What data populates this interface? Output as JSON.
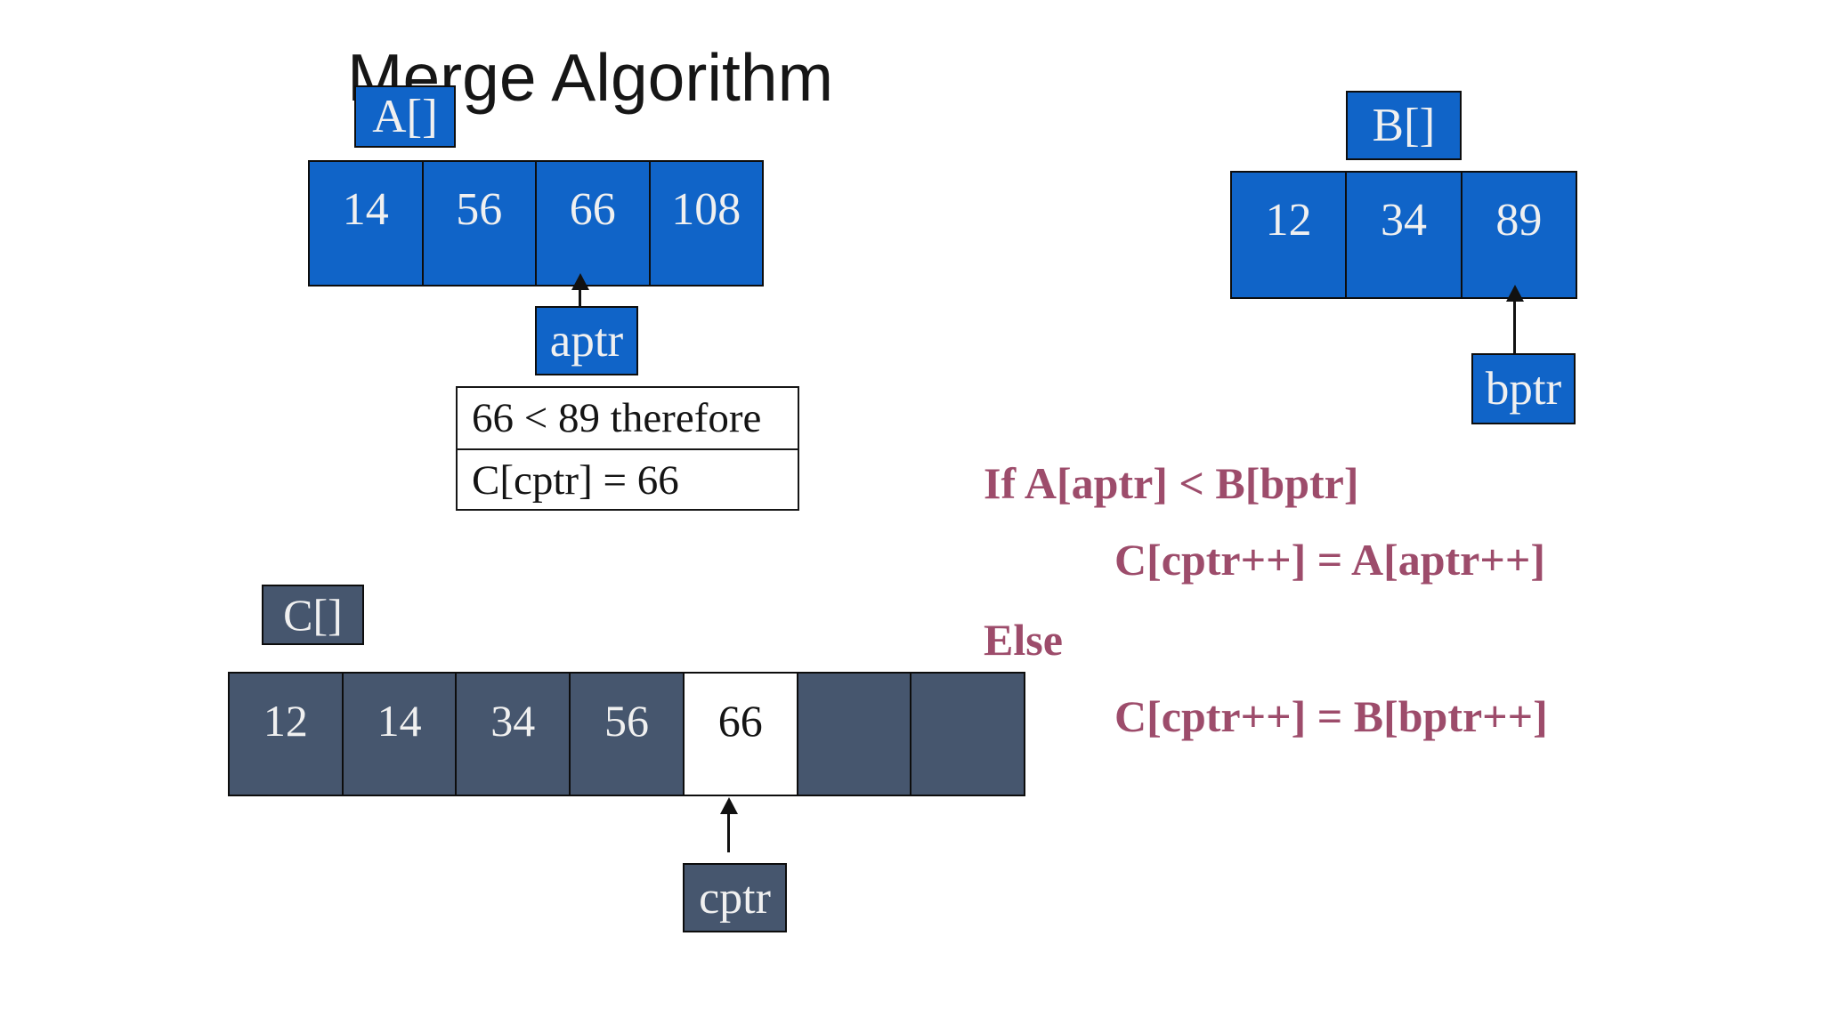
{
  "slide": {
    "title": "Merge Algorithm"
  },
  "array_a": {
    "label": "A[]",
    "values": [
      "14",
      "56",
      "66",
      "108"
    ],
    "pointer_label": "aptr"
  },
  "array_b": {
    "label": "B[]",
    "values": [
      "12",
      "34",
      "89"
    ],
    "pointer_label": "bptr"
  },
  "array_c": {
    "label": "C[]",
    "cells": [
      "12",
      "14",
      "34",
      "56",
      "66",
      "",
      ""
    ],
    "highlight_index": 4,
    "pointer_label": "cptr"
  },
  "note_box": {
    "line1": "66 < 89 therefore",
    "line2": "C[cptr] = 66"
  },
  "pseudocode": {
    "lines": [
      {
        "text": "If A[aptr] < B[bptr]"
      },
      {
        "text": "C[cptr++] = A[aptr++]"
      },
      {
        "text": "Else"
      },
      {
        "text": "C[cptr++] = B[bptr++]"
      }
    ]
  },
  "colors": {
    "array_blue": "#1064c8",
    "array_slate": "#46566e",
    "code_maroon": "#9d4c6b",
    "highlight_cell_bg": "#ffffff",
    "cell_text_light": "#f0f0f0"
  }
}
